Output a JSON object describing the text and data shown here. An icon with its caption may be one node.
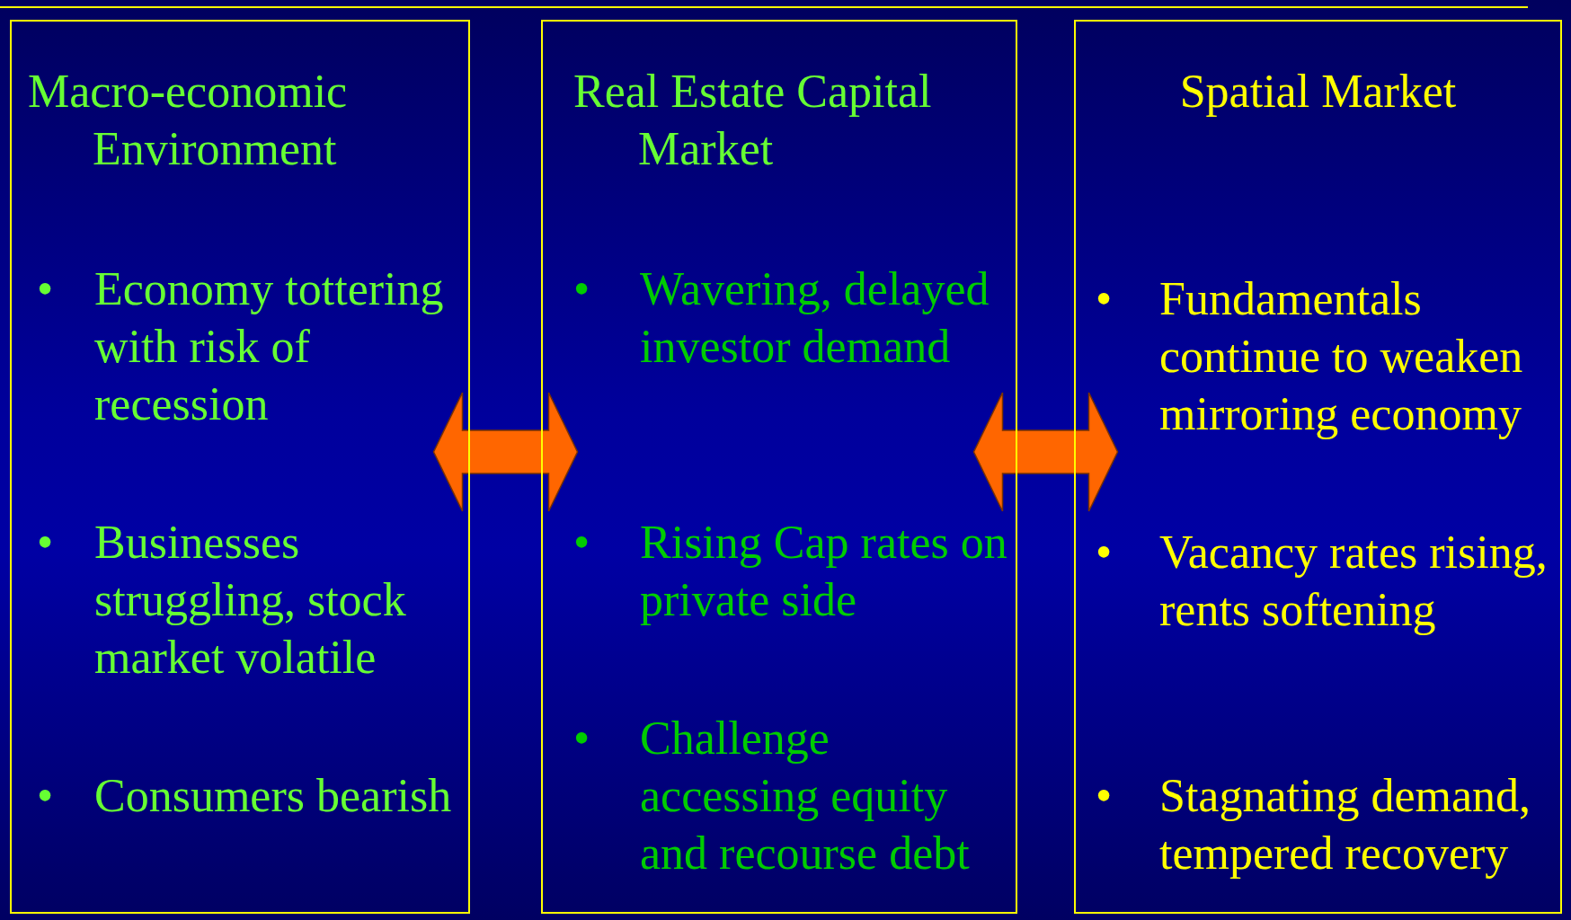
{
  "diagram": {
    "nodes": [
      {
        "text": [
          "Macro-economic Environment",
          "•",
          "Economy tottering with risk of recession",
          "•",
          "Businesses struggling, stock market volatile",
          "•",
          "Consumers bearish"
        ]
      },
      {
        "text": [
          "Real Estate Capital Market",
          "•",
          "Wavering, delayed investor demand",
          "•",
          "Rising Cap rates on private side",
          "•",
          "Challenge accessing equity and recourse debt"
        ]
      },
      {
        "text": [
          "Spatial Market",
          "•",
          "Fundamentals continue to weaken mirroring economy",
          "•",
          "Vacancy rates rising, rents softening",
          "•",
          "Stagnating demand, tempered recovery"
        ]
      }
    ],
    "edges": [
      {
        "from": 0,
        "to": 1,
        "arrow": "both"
      },
      {
        "from": 1,
        "to": 2,
        "arrow": "both"
      }
    ]
  }
}
